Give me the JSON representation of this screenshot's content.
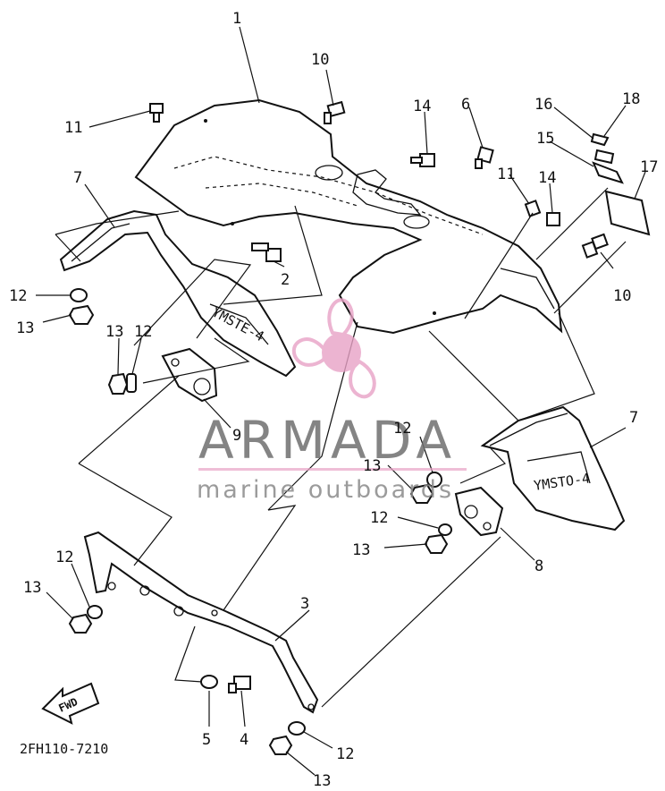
{
  "diagram": {
    "callouts": [
      "1",
      "2",
      "3",
      "4",
      "5",
      "6",
      "7",
      "7",
      "8",
      "9",
      "10",
      "10",
      "11",
      "11",
      "12",
      "12",
      "12",
      "12",
      "12",
      "12",
      "13",
      "13",
      "13",
      "13",
      "13",
      "13",
      "14",
      "14",
      "15",
      "16",
      "17",
      "18"
    ],
    "part_code": "2FH110-7210",
    "fwd_label": "FWD",
    "fender_text_left": "YMSTE-4",
    "fender_text_right": "YMSTO-4"
  },
  "watermark": {
    "brand": "ARMADA",
    "tagline": "marine outboards",
    "accent_color": "#e8a2c6",
    "text_color": "#707070"
  }
}
